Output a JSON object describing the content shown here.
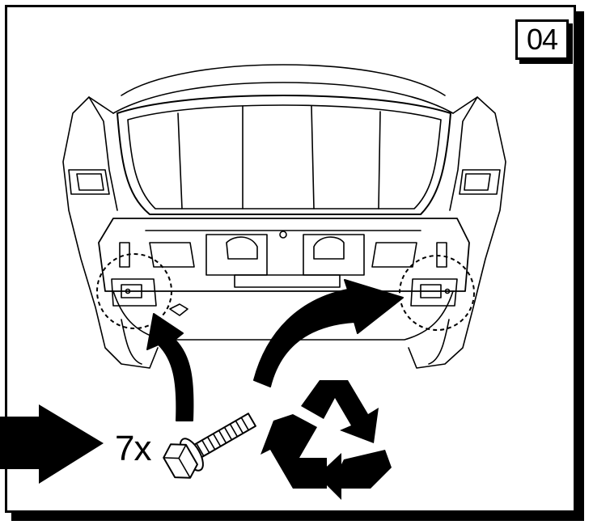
{
  "step": {
    "number": "04"
  },
  "instruction": {
    "quantity_label": "7x"
  },
  "icons": [
    "car-rear-illustration",
    "bolt-icon",
    "recycle-icon",
    "arrow-icon"
  ],
  "colors": {
    "line": "#000000",
    "background": "#ffffff"
  }
}
